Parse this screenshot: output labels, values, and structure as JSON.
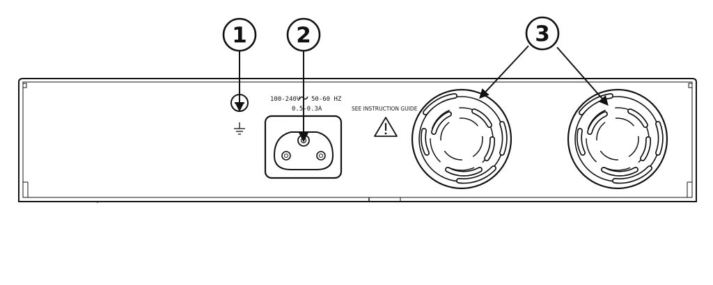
{
  "callouts": [
    {
      "number": "1",
      "target": "ground screw"
    },
    {
      "number": "2",
      "target": "AC power inlet"
    },
    {
      "number": "3",
      "target": "fan vents"
    }
  ],
  "power_rating": {
    "input": "100-240V",
    "frequency": "50-60 HZ",
    "current": "0.5-0.3A"
  },
  "warning_text": "SEE INSTRUCTION GUIDE",
  "colors": {
    "line": "#111111",
    "background": "#ffffff"
  }
}
